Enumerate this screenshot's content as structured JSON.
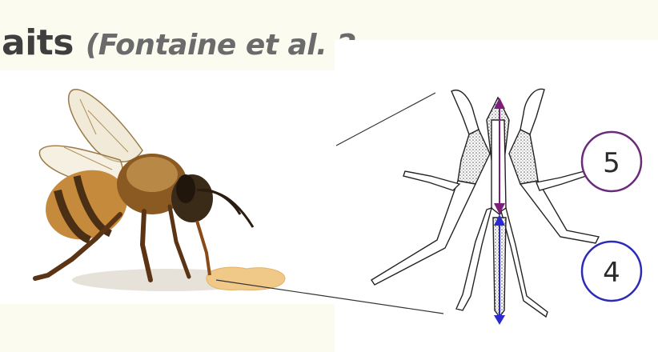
{
  "slide": {
    "title_visible": "aits ",
    "citation_visible": "(Fontaine et al. 2"
  },
  "labels": {
    "muscle_5": "5",
    "muscle_4": "4"
  },
  "colors": {
    "purple_marker": "#7b1f7a",
    "blue_marker": "#2a2ad0",
    "badge5_ring": "#6a2b7a",
    "badge4_ring": "#2b2bb8",
    "honey_drop": "#f0c888"
  }
}
